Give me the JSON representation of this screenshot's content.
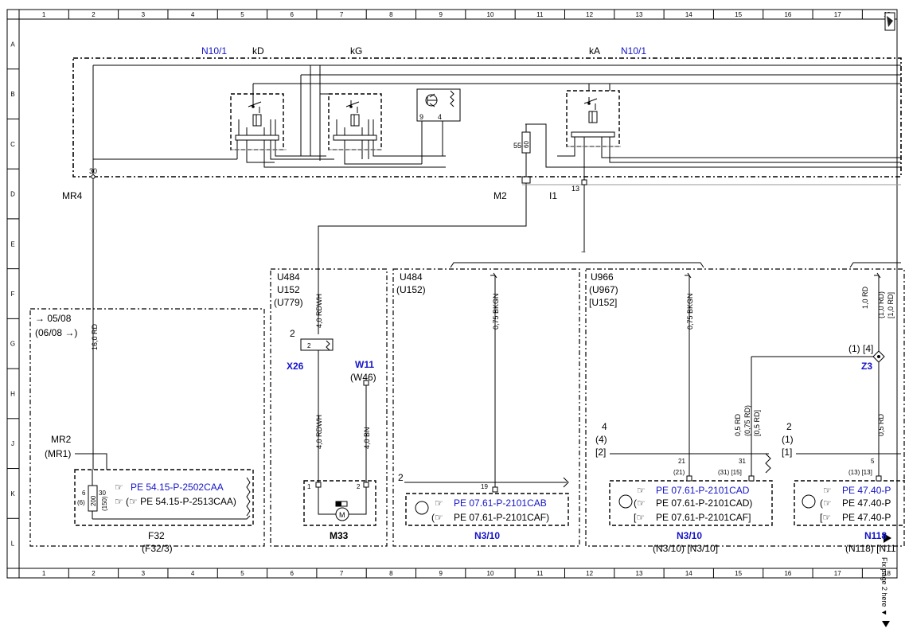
{
  "grid": {
    "columns": [
      "1",
      "2",
      "3",
      "4",
      "5",
      "6",
      "7",
      "8",
      "9",
      "10",
      "11",
      "12",
      "13",
      "14",
      "15",
      "16",
      "17",
      "18"
    ],
    "rows": [
      "A",
      "B",
      "C",
      "D",
      "E",
      "F",
      "G",
      "H",
      "J",
      "K",
      "L"
    ]
  },
  "labels": {
    "n10_left": "N10/1",
    "kd": "kD",
    "kg": "kG",
    "ka": "kA",
    "n10_right": "N10/1",
    "mr4": "MR4",
    "pin30": "30",
    "m2": "M2",
    "i1": "I1",
    "pin13": "13",
    "pin9": "9",
    "pin4": "4",
    "pin55": "55",
    "fuse60": "60",
    "arrow_0508": "→ 05/08",
    "paren_0608": "(06/08 →)",
    "wire_16rd": "16,0 RD",
    "mr2": "MR2",
    "mr1": "(MR1)",
    "f32_pin6": "6",
    "f32_pin6p": "(6)",
    "f32_200": "200",
    "f32_30": "30",
    "f32_150": "(150)",
    "f32_pe1": "PE 54.15-P-2502CAA",
    "f32_pe2": "(☞ PE 54.15-P-2513CAA)",
    "f32": "F32",
    "f32_3": "(F32/3)",
    "u484_a": "U484",
    "u152_a": "U152",
    "u779": "(U779)",
    "wire_4rdwh_a": "4,0 RDWH",
    "x26_pin2": "2",
    "x26": "X26",
    "w11": "W11",
    "w46": "(W46)",
    "wire_4rdwh_b": "4,0 RDWH",
    "wire_4bn": "4,0 BN",
    "m33_1": "1",
    "m33_2": "2",
    "m33": "M33",
    "u484_b": "U484",
    "u152_b": "(U152)",
    "wire_075_a": "0,75 BKGN",
    "n310a_pin2": "2",
    "n310a_pin19": "19",
    "n310a_pe1": "PE 07.61-P-2101CAB",
    "n310a_pe2": "PE 07.61-P-2101CAF)",
    "n310a": "N3/10",
    "u966": "U966",
    "u967": "(U967)",
    "u152_c": "[U152]",
    "wire_075_b": "0,75 BKGN",
    "n310b_4": "4",
    "n310b_4p": "(4)",
    "n310b_2b": "[2]",
    "n310b_21": "21",
    "n310b_21p": "(21)",
    "n310b_31": "31",
    "n310b_31p": "(31) [15]",
    "wire_05rd": "0,5 RD",
    "wire_075rd": "(0,75 RD)",
    "wire_05rdb": "[0,5 RD]",
    "n310b_pe1": "PE 07.61-P-2101CAD",
    "n310b_pe2": "PE 07.61-P-2101CAD)",
    "n310b_pe3": "PE 07.61-P-2101CAF]",
    "n310b": "N3/10",
    "n310b_sub": "(N3/10)  [N3/10]",
    "z3_pins": "(1) [4]",
    "z3": "Z3",
    "wire_10rd": "1,0 RD",
    "wire_10rdp": "(1,0 RD)",
    "wire_10rdb": "[1,0 RD]",
    "wire_05rd_r": "0,5 RD",
    "n118_2": "2",
    "n118_1p": "(1)",
    "n118_1b": "[1]",
    "n118_5": "5",
    "n118_13": "(13) [13]",
    "n118_pe1": "PE 47.40-P",
    "n118_pe2": "PE 47.40-P",
    "n118_pe3": "PE 47.40-P",
    "n118": "N118",
    "n118_sub": "(N118) [N11",
    "fix_page": "Fix page 2 here ▼"
  },
  "colors": {
    "link_blue": "#1414c8",
    "line": "#000000",
    "gray_wire": "#888888"
  }
}
